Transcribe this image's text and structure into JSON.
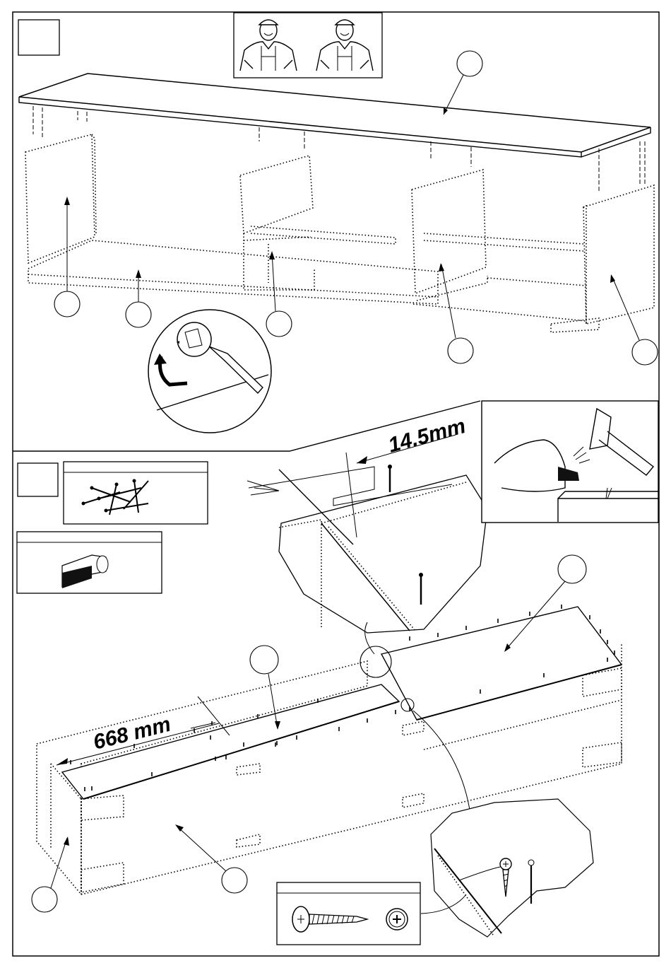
{
  "step_one": {
    "people_count": 2,
    "callouts": [
      "",
      "",
      "",
      "",
      "",
      "",
      ""
    ]
  },
  "step_two": {
    "dimension_width": "668 mm",
    "dimension_nail": "14.5mm",
    "callouts": [
      "",
      "",
      "",
      ""
    ]
  },
  "icons": [
    "worker-icon",
    "nail-bag-icon",
    "adhesive-pad-icon",
    "screw-icon",
    "hammer-icon",
    "screwdriver-icon",
    "rotate-arrow-icon"
  ]
}
